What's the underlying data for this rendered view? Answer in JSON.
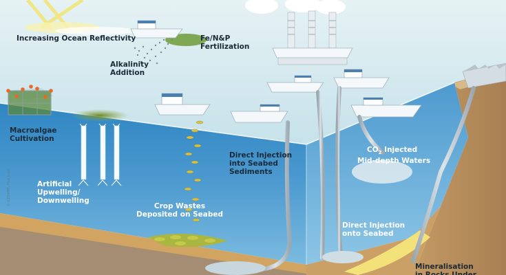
{
  "labels": {
    "ocean_reflectivity": "Increasing Ocean Reflectivity",
    "fertilization": "Fe/N&P\nFertilization",
    "alkalinity": "Alkalinity\nAddition",
    "macroalgae": "Macroalgae\nCultivation",
    "upwelling": "Artificial\nUpwelling/\nDownwelling",
    "crop_wastes": "Crop Wastes\nDeposited on Seabed",
    "direct_injection_sediments": "Direct Injection\ninto Seabed\nSediments",
    "co2_mid_depth_prefix": "CO",
    "co2_mid_depth_sub": "2",
    "co2_mid_depth_suffix": " Injected",
    "co2_mid_depth_line2": "Mid-depth Waters",
    "direct_injection_seabed": "Direct Injection\nonto Seabed",
    "mineralisation": "Mineralisation\nin Rocks Under"
  },
  "credit": "© GESAMP, Pika Grün",
  "colors": {
    "sea_surface": "#cfe6ed",
    "water_front": "#3f8fc6",
    "water_side": "#5aa3cf",
    "seabed": "#d8a866",
    "bedrock": "#a78f76",
    "land": "#b88f5e",
    "pipe": "#b8c4cc",
    "algae": "#8aa040",
    "vessel": "#ffffff",
    "vessel_deck": "#4a7fae"
  }
}
